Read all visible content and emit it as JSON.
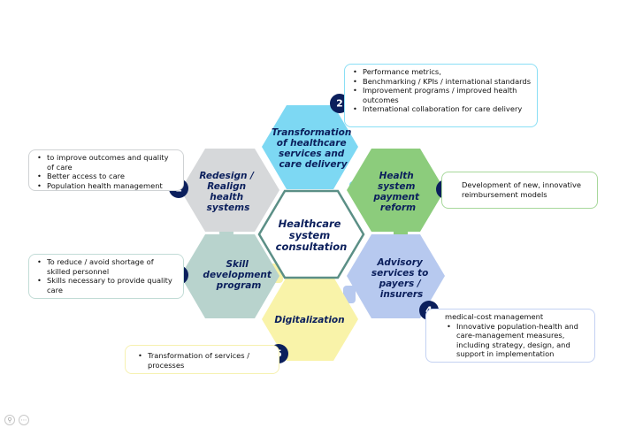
{
  "center": {
    "lines": [
      "Healthcare",
      "system",
      "consultation"
    ]
  },
  "hexagons": [
    {
      "number": "1",
      "lines": [
        "Redesign /",
        "Realign",
        "health",
        "systems"
      ],
      "color": "#d6d8da"
    },
    {
      "number": "2",
      "lines": [
        "Transformation",
        "of healthcare",
        "services and",
        "care delivery"
      ],
      "color": "#7dd8f3"
    },
    {
      "number": "3",
      "lines": [
        "Health",
        "system",
        "payment",
        "reform"
      ],
      "color": "#8ccc7c"
    },
    {
      "number": "4",
      "lines": [
        "Advisory",
        "services to",
        "payers /",
        "insurers"
      ],
      "color": "#b7c9ef"
    },
    {
      "number": "5",
      "lines": [
        "Digitalization"
      ],
      "color": "#f9f3a9"
    },
    {
      "number": "6",
      "lines": [
        "Skill",
        "development",
        "program"
      ],
      "color": "#b8d3cd"
    }
  ],
  "callouts": {
    "c1": {
      "items": [
        "to improve outcomes and quality of care",
        "Better access to care",
        "Population health management"
      ]
    },
    "c2": {
      "items": [
        "Performance metrics,",
        "Benchmarking / KPIs / international standards",
        "Improvement programs / improved health outcomes",
        "International collaboration for care delivery"
      ]
    },
    "c3": {
      "text": "Development of new, innovative reimbursement models"
    },
    "c4": {
      "text": "medical-cost management",
      "items": [
        "Innovative population-health and care-management measures, including strategy, design, and support in implementation"
      ]
    },
    "c5": {
      "items": [
        "Transformation of services / processes"
      ]
    },
    "c6": {
      "items": [
        "To reduce / avoid shortage of skilled personnel",
        "Skills necessary to provide quality care"
      ]
    }
  },
  "colors": {
    "navy": "#0b1f5c",
    "center_border": "#5b8f86"
  },
  "icons": {
    "zoom": "magnifier-icon",
    "more": "more-icon"
  }
}
